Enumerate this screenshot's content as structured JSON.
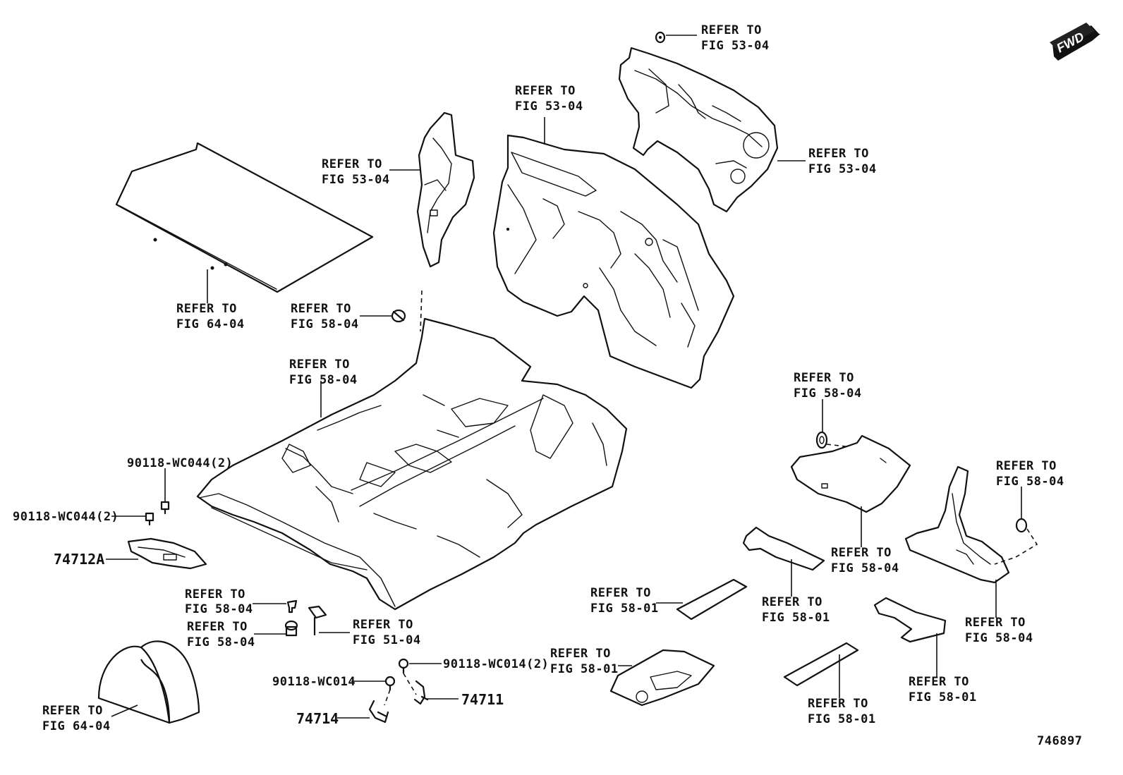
{
  "fwd_label": "FWD",
  "diagram_id": "746897",
  "callouts": [
    {
      "l1": "REFER TO",
      "l2": "FIG 53-04"
    },
    {
      "l1": "REFER TO",
      "l2": "FIG 53-04"
    },
    {
      "l1": "REFER TO",
      "l2": "FIG 53-04"
    },
    {
      "l1": "REFER TO",
      "l2": "FIG 53-04"
    },
    {
      "l1": "REFER TO",
      "l2": "FIG 64-04"
    },
    {
      "l1": "REFER TO",
      "l2": "FIG 58-04"
    },
    {
      "l1": "REFER TO",
      "l2": "FIG 58-04"
    },
    {
      "l1": "REFER TO",
      "l2": "FIG 58-04"
    },
    {
      "l1": "REFER TO",
      "l2": "FIG 58-04"
    },
    {
      "l1": "REFER TO",
      "l2": "FIG 58-04"
    },
    {
      "l1": "REFER TO",
      "l2": "FIG 58-04"
    },
    {
      "l1": "REFER TO",
      "l2": "FIG 58-04"
    },
    {
      "l1": "REFER TO",
      "l2": "FIG 58-04"
    },
    {
      "l1": "REFER TO",
      "l2": "FIG 51-04"
    },
    {
      "l1": "REFER TO",
      "l2": "FIG 58-01"
    },
    {
      "l1": "REFER TO",
      "l2": "FIG 58-01"
    },
    {
      "l1": "REFER TO",
      "l2": "FIG 58-01"
    },
    {
      "l1": "REFER TO",
      "l2": "FIG 58-01"
    },
    {
      "l1": "REFER TO",
      "l2": "FIG 58-01"
    },
    {
      "l1": "REFER TO",
      "l2": "FIG 64-04"
    }
  ],
  "part_numbers": {
    "bolt_upper": "90118-WC044(2)",
    "bolt_left": "90118-WC044(2)",
    "bracket": "74712A",
    "clip_right": "90118-WC014(2)",
    "clip_left": "90118-WC014",
    "hook_right": "74711",
    "hook_left": "74714"
  }
}
